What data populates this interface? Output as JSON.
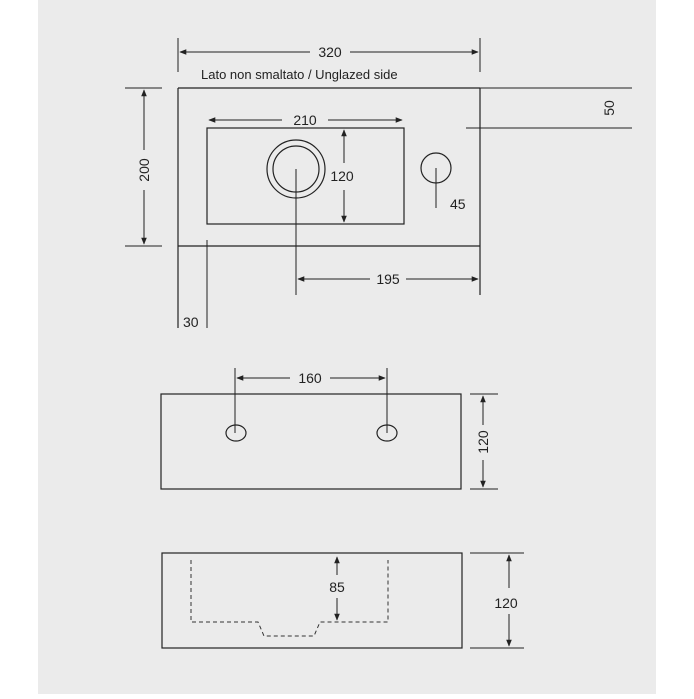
{
  "colors": {
    "panel": "#ebebeb",
    "drawing": "#ffffff",
    "line": "#222222"
  },
  "top_view": {
    "note": "Lato non  smaltato / Unglazed side",
    "dim_width": "320",
    "dim_depth": "200",
    "dim_basin_width": "210",
    "dim_basin_depth": "120",
    "dim_tap_hole": "45",
    "dim_drain_offset": "195",
    "dim_side_strip": "50",
    "dim_edge": "30"
  },
  "front_view": {
    "dim_hole_spacing": "160",
    "dim_height": "120"
  },
  "section_view": {
    "dim_basin_inner_depth": "85",
    "dim_height": "120"
  }
}
